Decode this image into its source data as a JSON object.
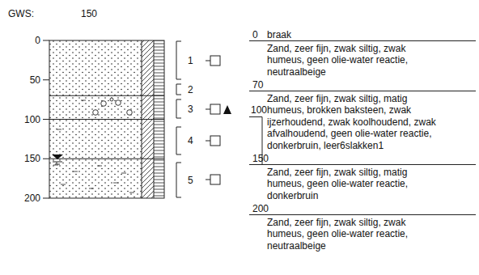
{
  "diagram": {
    "labels": [
      "GWS:",
      "150",
      "0",
      "50",
      "100",
      "150",
      "200",
      "1",
      "2",
      "3",
      "4",
      "5",
      "0",
      "braak",
      "Zand, zeer fijn, zwak siltig, zwak humeus, geen olie-water reactie, neutraalbeige",
      "70",
      "Zand, zeer fijn, zwak siltig, matig humeus, brokken baksteen, zwak ijzerhoudend, zwak koolhoudend, zwak afvalhoudend, geen olie-water reactie, donkerbruin, leer6slakken1",
      "100",
      "150",
      "Zand, zeer fijn, zwak siltig, matig humeus, geen olie-water reactie, donkerbruin",
      "200",
      "Zand, zeer fijn, zwak siltig, zwak humeus, geen olie-water reactie, neutraalbeige"
    ]
  }
}
